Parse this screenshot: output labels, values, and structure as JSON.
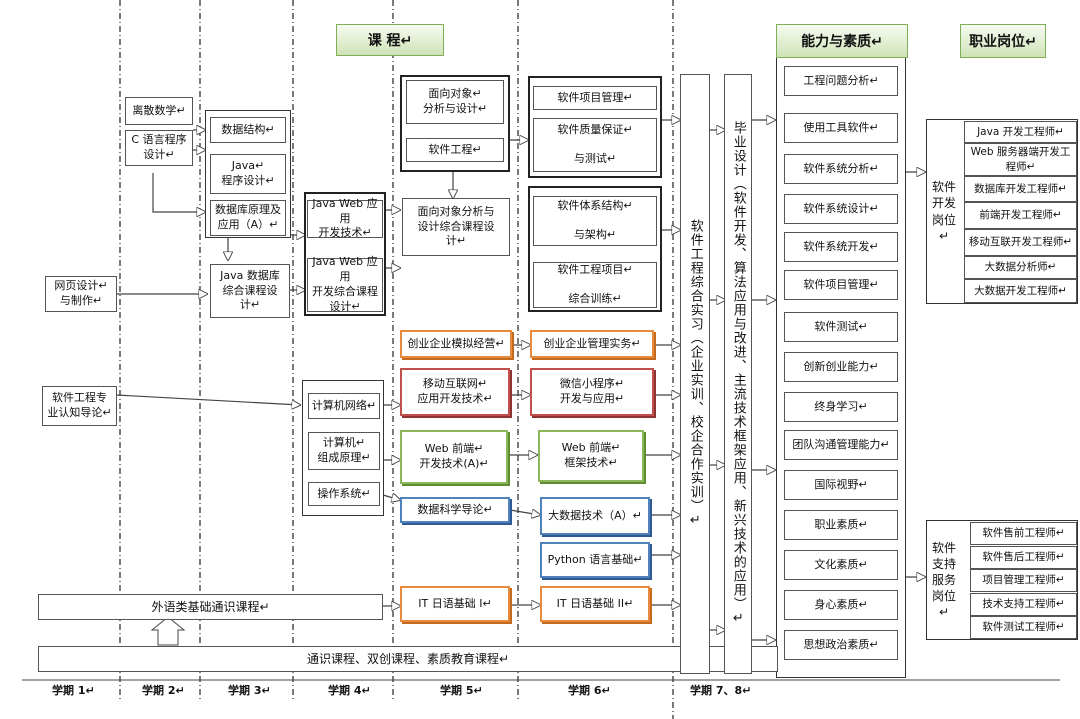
{
  "headers": {
    "courses": "课 程↵",
    "ability": "能力与素质↵",
    "jobs": "职业岗位↵"
  },
  "courses": {
    "discrete_math": "离散数学↵",
    "c_lang": "C 语言程序\n设计↵",
    "data_structure": "数据结构↵",
    "java": "Java↵\n程序设计↵",
    "database": "数据库原理及\n应用（A）↵",
    "java_db_design": "Java 数据库\n综合课程设\n计↵",
    "web_design": "网页设计↵\n与制作↵",
    "javaweb_tech": "Java Web 应用\n开发技术↵",
    "javaweb_design": "Java Web 应用\n开发综合课程\n设计↵",
    "ooad": "面向对象↵\n分析与设计↵",
    "se": "软件工程↵",
    "ooad_design": "面向对象分析与\n设计综合课程设\n计↵",
    "sw_pm": "软件项目管理↵",
    "sw_qa": "软件质量保证↵\n\n与测试↵",
    "sw_arch": "软件体系结构↵\n\n与架构↵",
    "sw_project_training": "软件工程项目↵\n\n综合训练↵",
    "se_intro": "软件工程专\n业认知导论↵",
    "networks": "计算机网络↵",
    "organization": "计算机↵\n组成原理↵",
    "os": "操作系统↵",
    "startup_sim": "创业企业模拟经营↵",
    "startup_mgmt": "创业企业管理实务↵",
    "mobile_dev": "移动互联网↵\n应用开发技术↵",
    "mini_program": "微信小程序↵\n开发与应用↵",
    "web_frontend": "Web 前端↵\n开发技术(A)↵",
    "web_framework": "Web 前端↵\n框架技术↵",
    "data_science": "数据科学导论↵",
    "big_data": "大数据技术（A）↵",
    "python": "Python 语言基础↵",
    "foreign_lang": "外语类基础通识课程↵",
    "japanese1": "IT 日语基础 I↵",
    "japanese2": "IT 日语基础 II↵",
    "general": "通识课程、双创课程、素质教育课程↵",
    "internship": "软件工程综合实习（企业实训、校企合作实训）↵",
    "thesis": "毕业设计（软件开发、算法应用与改进、主流技术框架应用、新兴技术的应用）↵"
  },
  "abilities": [
    "工程问题分析↵",
    "使用工具软件↵",
    "软件系统分析↵",
    "软件系统设计↵",
    "软件系统开发↵",
    "软件项目管理↵",
    "软件测试↵",
    "创新创业能力↵",
    "终身学习↵",
    "团队沟通管理能力↵",
    "国际视野↵",
    "职业素质↵",
    "文化素质↵",
    "身心素质↵",
    "思想政治素质↵"
  ],
  "jobs": {
    "dev_group": "软件\n开发\n岗位↵",
    "dev": [
      "Java 开发工程师↵",
      "Web 服务器端开发工\n程师↵",
      "数据库开发工程师↵",
      "前端开发工程师↵",
      "移动互联开发工程师↵",
      "大数据分析师↵",
      "大数据开发工程师↵"
    ],
    "support_group": "软件\n支持\n服务\n岗位↵",
    "support": [
      "软件售前工程师↵",
      "软件售后工程师↵",
      "项目管理工程师↵",
      "技术支持工程师↵",
      "软件测试工程师↵"
    ]
  },
  "semesters": [
    "学期 1↵",
    "学期 2↵",
    "学期 3↵",
    "学期 4↵",
    "学期 5↵",
    "学期 6↵",
    "学期 7、8↵"
  ],
  "colors": {
    "orange": "#e88a3c",
    "red": "#c0504d",
    "green": "#8bb65a",
    "blue": "#4f81bd",
    "header": "#cfe3b6"
  }
}
